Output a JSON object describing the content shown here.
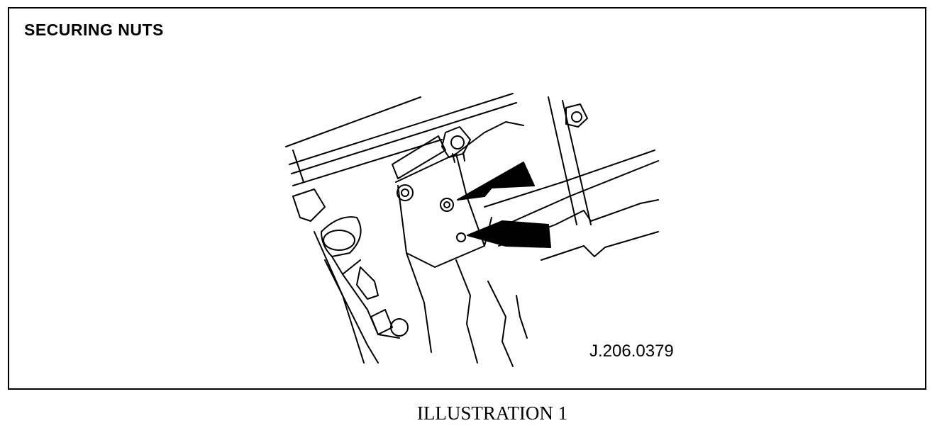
{
  "figure": {
    "heading": "SECURING NUTS",
    "reference_code": "J.206.0379",
    "caption": "ILLUSTRATION 1"
  },
  "drawing": {
    "subject": "engine-bay line drawing",
    "callouts": [
      {
        "name": "upper-nut-arrow",
        "points_to": "upper securing nut"
      },
      {
        "name": "lower-nut-arrow",
        "points_to": "lower securing nut"
      }
    ],
    "ink_color": "#000000",
    "paper_color": "#ffffff"
  }
}
